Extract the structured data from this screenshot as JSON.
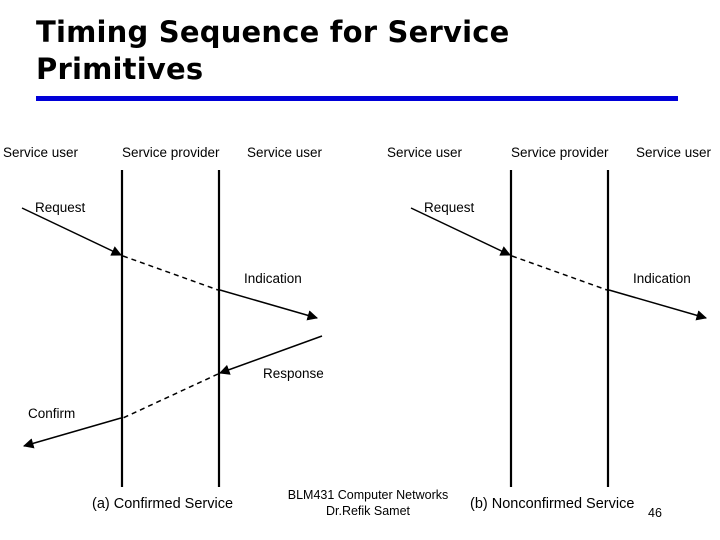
{
  "slide": {
    "title": "Timing Sequence for Service\nPrimitives",
    "accent_color": "#0000D8",
    "background_color": "#FFFFFF",
    "number": "46"
  },
  "footer": {
    "line1": "BLM431 Computer Networks",
    "line2": "Dr.Refik Samet"
  },
  "diagrams": [
    {
      "id": "confirmed-service",
      "caption": "(a) Confirmed Service",
      "columns": [
        {
          "label": "Service user"
        },
        {
          "label": "Service provider"
        },
        {
          "label": "Service user"
        }
      ],
      "messages": [
        {
          "label": "Request",
          "direction": "left-to-right"
        },
        {
          "label": "Indication",
          "direction": "left-to-right"
        },
        {
          "label": "Response",
          "direction": "right-to-left"
        },
        {
          "label": "Confirm",
          "direction": "right-to-left"
        }
      ]
    },
    {
      "id": "nonconfirmed-service",
      "caption": "(b) Nonconfirmed Service",
      "columns": [
        {
          "label": "Service user"
        },
        {
          "label": "Service provider"
        },
        {
          "label": "Service user"
        }
      ],
      "messages": [
        {
          "label": "Request",
          "direction": "left-to-right"
        },
        {
          "label": "Indication",
          "direction": "left-to-right"
        }
      ]
    }
  ]
}
